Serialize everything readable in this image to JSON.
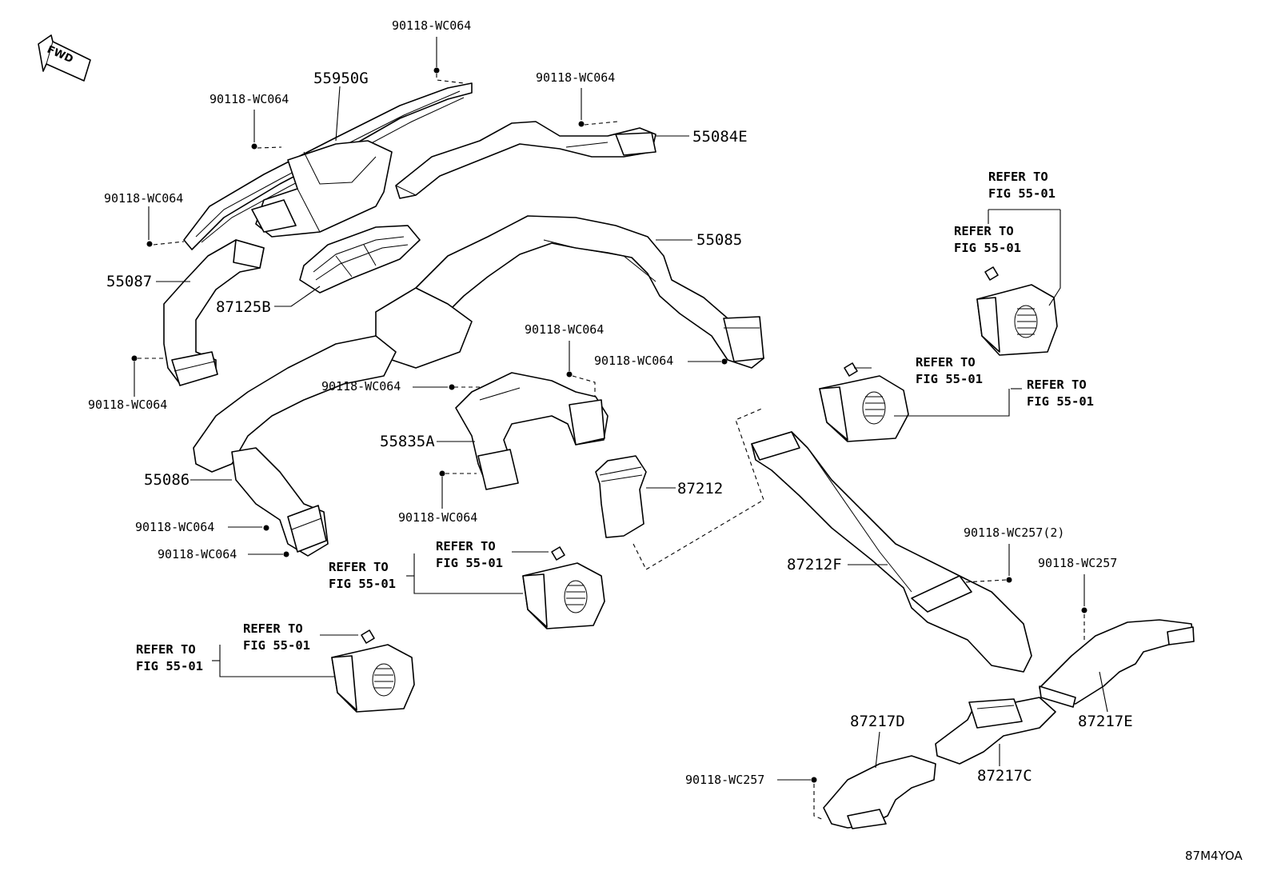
{
  "fwd_label": "FWD",
  "figure_code": "87M4YOA",
  "part_numbers": {
    "p55950G": "55950G",
    "p55084E": "55084E",
    "p55085": "55085",
    "p55087": "55087",
    "p87125B": "87125B",
    "p55835A": "55835A",
    "p55086": "55086",
    "p87212": "87212",
    "p87212F": "87212F",
    "p87217D": "87217D",
    "p87217C": "87217C",
    "p87217E": "87217E"
  },
  "fasteners": {
    "wc064": "90118-WC064",
    "wc257": "90118-WC257",
    "wc257x2": "90118-WC257(2)"
  },
  "reference": {
    "line1": "REFER TO",
    "line2": "FIG 55-01"
  }
}
